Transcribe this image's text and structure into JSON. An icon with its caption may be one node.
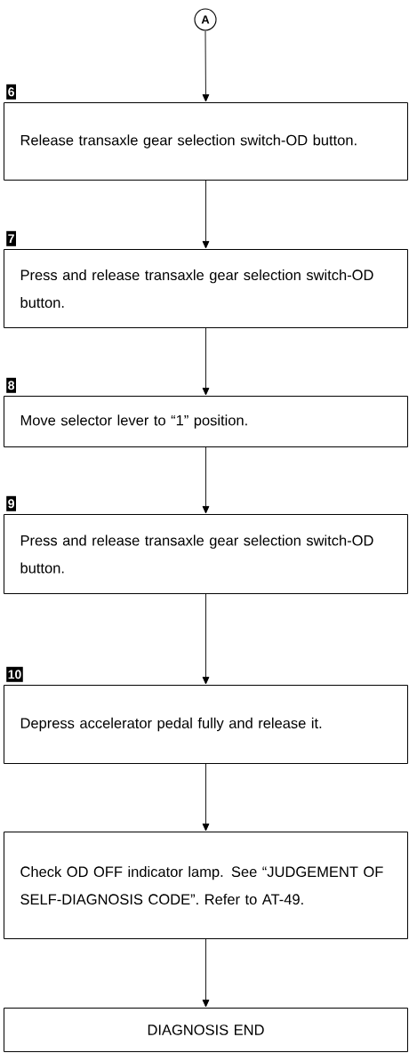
{
  "diagram": {
    "nodes": [
      {
        "text": [
          "A"
        ]
      },
      {
        "text": [
          "6",
          "Release transaxle gear selection switch-OD button."
        ]
      },
      {
        "text": [
          "7",
          "Press and release transaxle gear selection switch-OD button."
        ]
      },
      {
        "text": [
          "8",
          "Move selector lever to “1” position."
        ]
      },
      {
        "text": [
          "9",
          "Press and release transaxle gear selection switch-OD button."
        ]
      },
      {
        "text": [
          "10",
          "Depress accelerator pedal fully and release it."
        ]
      },
      {
        "text": [
          "Check OD OFF indicator lamp. See “JUDGEMENT OF SELF-DIAGNOSIS CODE”. Refer to AT-49."
        ]
      },
      {
        "text": [
          "DIAGNOSIS END"
        ]
      }
    ],
    "edges": [
      {
        "from": 0,
        "to": 1,
        "arrow": "to"
      },
      {
        "from": 1,
        "to": 2,
        "arrow": "to"
      },
      {
        "from": 2,
        "to": 3,
        "arrow": "to"
      },
      {
        "from": 3,
        "to": 4,
        "arrow": "to"
      },
      {
        "from": 4,
        "to": 5,
        "arrow": "to"
      },
      {
        "from": 5,
        "to": 6,
        "arrow": "to"
      },
      {
        "from": 6,
        "to": 7,
        "arrow": "to"
      }
    ]
  }
}
